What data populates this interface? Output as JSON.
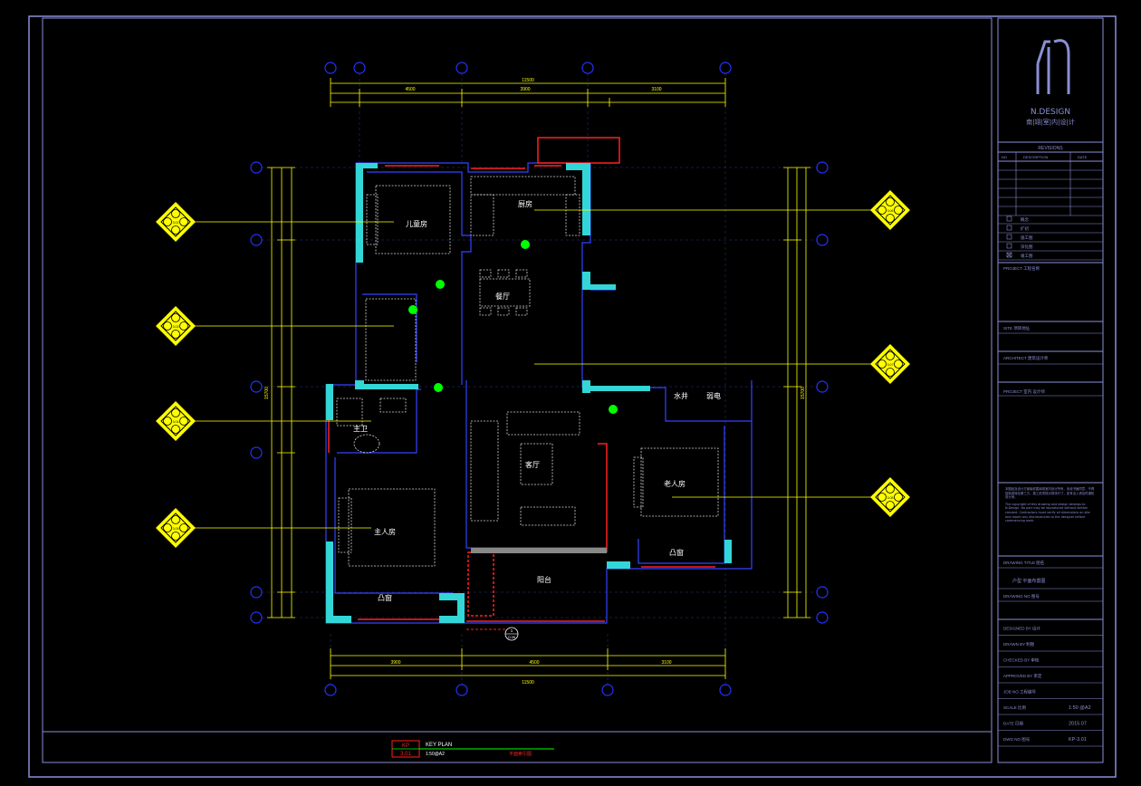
{
  "title_block": {
    "brand": "N.DESIGN",
    "brand_sub": "南|翊|室|内|设|计",
    "revisions_header": "REVISIONS",
    "rev_col_1": "NO",
    "rev_col_2": "DESCRIPTION",
    "rev_col_3": "DATE",
    "checklist": [
      "概念",
      "扩初",
      "施工图",
      "深化图",
      "竣工图"
    ],
    "checked_index": 4,
    "project_label": "PROJECT 工程名称",
    "site_label": "SITE 项目地址",
    "architect_label": "ARCHITECT 建筑设计师",
    "projet_label": "PROJECT 室内 设计师",
    "notes_cn": "本图纸及设计方案版权属南翊室内设计所有，未经书面同意，不得复制或转给第三方。施工前须核对现场尺寸，如有出入请及时通知设计师。",
    "notes_en": "The copyright of this drawing and design belongs to N.Design. No part may be reproduced without written consent. Contractors must verify all dimensions on site and report any discrepancies to the designer before commencing work.",
    "drawing_title_label": "DRAWING TITLE 图名",
    "drawing_title": "户型 平面布置图",
    "drawing_no_label": "DRAWING NO 图号",
    "rows": [
      {
        "label": "DESIGNED BY 设计",
        "value": ""
      },
      {
        "label": "DRAWN BY 制图",
        "value": ""
      },
      {
        "label": "CHECKED BY 审核",
        "value": ""
      },
      {
        "label": "APPROVED BY 审定",
        "value": ""
      },
      {
        "label": "JOB NO 工程编号",
        "value": ""
      },
      {
        "label": "SCALE 比例",
        "value": "1:50 @A2"
      },
      {
        "label": "DATE 日期",
        "value": "2015.07"
      },
      {
        "label": "DWG NO 图号",
        "value": "KP-3.01"
      }
    ]
  },
  "key_plan": {
    "tag_top": "KP",
    "tag_bottom": "3.01",
    "title": "KEY PLAN",
    "scale": "1:50@A2",
    "subtitle": "平面索引图"
  },
  "rooms": [
    {
      "name": "厨房"
    },
    {
      "name": "餐厅"
    },
    {
      "name": "客厅"
    },
    {
      "name": "阳台"
    },
    {
      "name": "主卫"
    },
    {
      "name": "主人房"
    },
    {
      "name": "凸窗"
    },
    {
      "name": "凸窗"
    },
    {
      "name": "老人房"
    },
    {
      "name": "水井"
    },
    {
      "name": "弱电"
    },
    {
      "name": "儿童房"
    }
  ],
  "dimensions": {
    "top_total": "11500",
    "bottom_total": "11500",
    "top_segments": [
      "4500",
      "3900",
      "3100"
    ],
    "bottom_segments": [
      "3900",
      "4500",
      "3100"
    ],
    "left_total": "15700",
    "right_total": "15700"
  },
  "index_symbols": [
    {
      "ref": "3.02"
    },
    {
      "ref": "3.03"
    },
    {
      "ref": "3.04"
    },
    {
      "ref": "3.05"
    },
    {
      "ref": "3.06"
    },
    {
      "ref": "3.07"
    },
    {
      "ref": "3.08"
    }
  ],
  "section_mark": {
    "num": "1",
    "sheet": "D-08"
  },
  "colors": {
    "frame": "#8a8fd6",
    "dim": "#ffff00",
    "grid": "#2233ff",
    "wall_red": "#ff2020",
    "wall_cyan": "#33d6d6",
    "furniture": "#d8d8d8",
    "accent_green": "#00ff00"
  }
}
